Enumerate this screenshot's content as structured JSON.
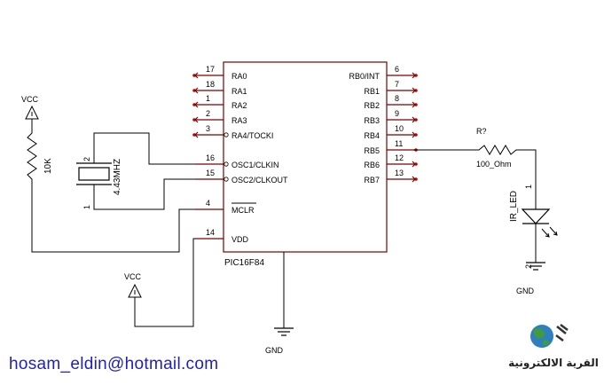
{
  "ic": {
    "part": "PIC16F84",
    "left_pins": [
      {
        "num": "17",
        "name": "RA0"
      },
      {
        "num": "18",
        "name": "RA1"
      },
      {
        "num": "1",
        "name": "RA2"
      },
      {
        "num": "2",
        "name": "RA3"
      },
      {
        "num": "3",
        "name": "RA4/TOCKI"
      },
      {
        "num": "16",
        "name": "OSC1/CLKIN"
      },
      {
        "num": "15",
        "name": "OSC2/CLKOUT"
      },
      {
        "num": "4",
        "name": "MCLR"
      },
      {
        "num": "14",
        "name": "VDD"
      }
    ],
    "right_pins": [
      {
        "num": "6",
        "name": "RB0/INT"
      },
      {
        "num": "7",
        "name": "RB1"
      },
      {
        "num": "8",
        "name": "RB2"
      },
      {
        "num": "9",
        "name": "RB3"
      },
      {
        "num": "10",
        "name": "RB4"
      },
      {
        "num": "11",
        "name": "RB5"
      },
      {
        "num": "12",
        "name": "RB6"
      },
      {
        "num": "13",
        "name": "RB7"
      }
    ]
  },
  "crystal": {
    "value": "4.43MHZ",
    "pin1": "1",
    "pin2": "2"
  },
  "resistor_pullup": {
    "value": "10K"
  },
  "resistor_led": {
    "ref": "R?",
    "value": "100_Ohm"
  },
  "led": {
    "name": "IR_LED",
    "pin1": "1",
    "pin2": "2"
  },
  "power": {
    "vcc_top": "VCC",
    "vcc_bottom": "VCC"
  },
  "grounds": {
    "gnd_ic": "GND",
    "gnd_led": "GND"
  },
  "footer": {
    "email": "hosam_eldin@hotmail.com",
    "logo_text": "القرية الالكترونية"
  }
}
